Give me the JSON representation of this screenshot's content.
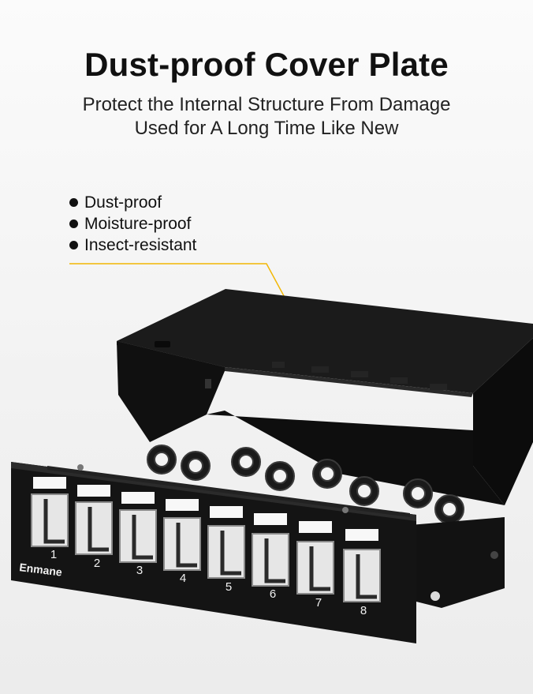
{
  "header": {
    "title": "Dust-proof Cover Plate",
    "subtitle_line1": "Protect the Internal Structure From Damage",
    "subtitle_line2": "Used for A Long Time Like New"
  },
  "features": [
    {
      "label": "Dust-proof"
    },
    {
      "label": "Moisture-proof"
    },
    {
      "label": "Insect-resistant"
    }
  ],
  "product": {
    "brand": "Enmane",
    "port_numbers": [
      "1",
      "2",
      "3",
      "4",
      "5",
      "6",
      "7",
      "8"
    ]
  },
  "colors": {
    "accent_callout": "#f2b705",
    "panel": "#141414",
    "background": "#f3f3f3"
  }
}
